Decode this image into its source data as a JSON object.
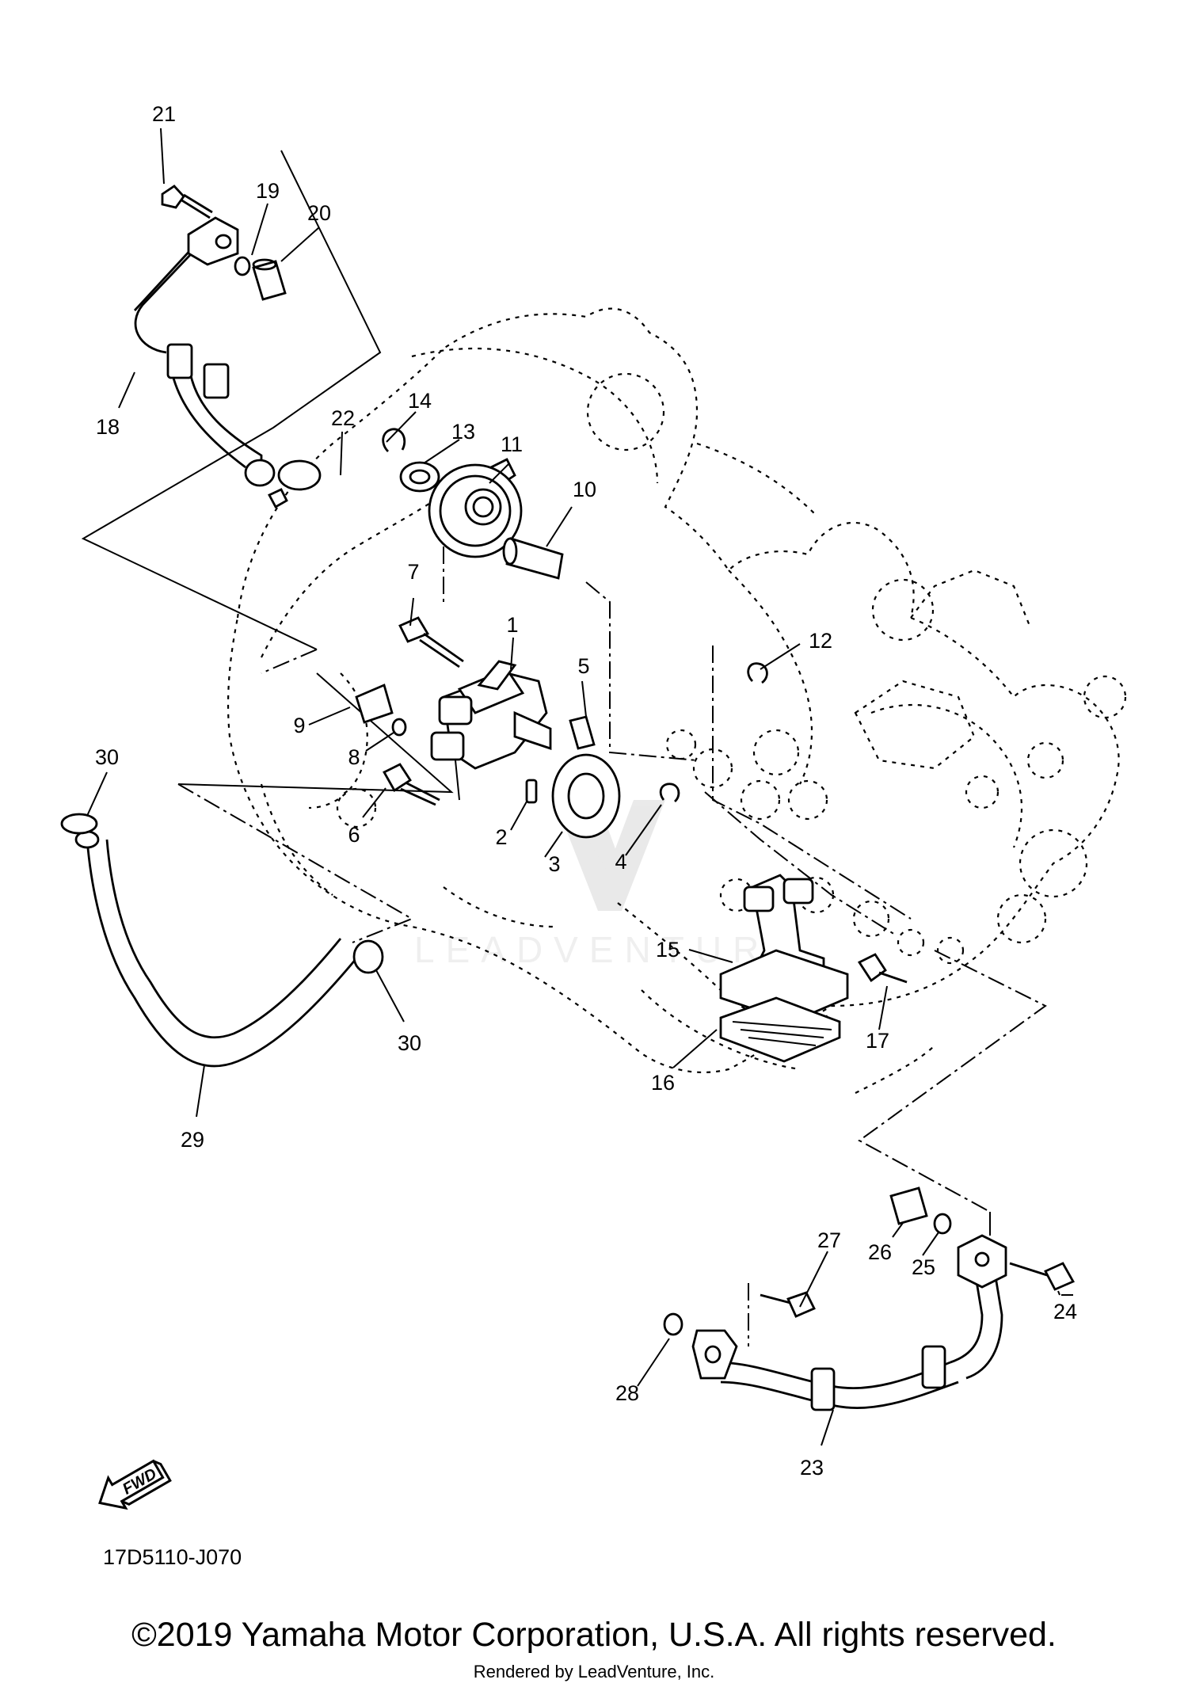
{
  "diagram": {
    "part_code": "17D5110-J070",
    "fwd_label": "FWD",
    "watermark_text": "LEADVENTURE",
    "callouts": [
      "1",
      "2",
      "3",
      "4",
      "5",
      "6",
      "7",
      "8",
      "9",
      "10",
      "11",
      "12",
      "13",
      "14",
      "15",
      "16",
      "17",
      "18",
      "19",
      "20",
      "21",
      "22",
      "23",
      "24",
      "25",
      "26",
      "27",
      "28",
      "29",
      "30",
      "30"
    ]
  },
  "footer": {
    "copyright": "©2019 Yamaha Motor Corporation, U.S.A. All rights reserved.",
    "rendered_by": "Rendered by LeadVenture, Inc."
  }
}
